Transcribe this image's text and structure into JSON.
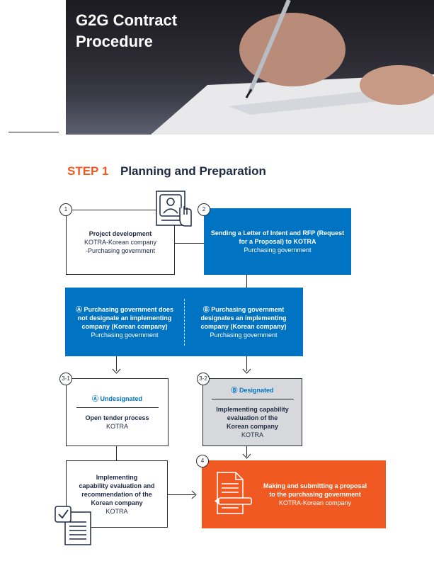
{
  "header": {
    "title_line1": "G2G Contract",
    "title_line2": "Procedure"
  },
  "step": {
    "number": "STEP 1",
    "title": "Planning and Preparation"
  },
  "boxes": {
    "b1": {
      "num": "1",
      "title": "Project development",
      "line1": "KOTRA-Korean company",
      "line2": "-Purchasing government"
    },
    "b2": {
      "num": "2",
      "title_line1": "Sending a Letter of Intent and RFP (Request",
      "title_line2": "for a Proposal) to KOTRA",
      "sub": "Purchasing government"
    },
    "bA": {
      "title_line1": "Ⓐ Purchasing government does",
      "title_line2": "not designate an implementing",
      "title_line3": "company (Korean company)",
      "sub": "Purchasing government"
    },
    "bB": {
      "title_line1": "Ⓑ Purchasing government",
      "title_line2": "designates an implementing",
      "title_line3": "company (Korean company)",
      "sub": "Purchasing government"
    },
    "b31": {
      "num": "3-1",
      "header": "Ⓐ Undesignated",
      "title": "Open tender process",
      "sub": "KOTRA"
    },
    "b32": {
      "num": "3-2",
      "header": "Ⓑ Designated",
      "title_line1": "Implementing capability",
      "title_line2": "evaluation of the",
      "title_line3": "Korean company",
      "sub": "KOTRA"
    },
    "b5": {
      "title_line1": "Implementing",
      "title_line2": "capability evaluation and",
      "title_line3": "recommendation of the",
      "title_line4": "Korean company",
      "sub": "KOTRA"
    },
    "b4": {
      "num": "4",
      "title_line1": "Making and submitting a proposal",
      "title_line2": "to the purchasing government",
      "sub": "KOTRA-Korean company"
    }
  },
  "colors": {
    "accent_orange": "#f05a22",
    "blue": "#0073c2",
    "gray": "#d7d8db",
    "navy": "#1f2a44"
  },
  "icons": [
    "profile-document-icon",
    "document-pen-icon",
    "checklist-document-icon"
  ]
}
